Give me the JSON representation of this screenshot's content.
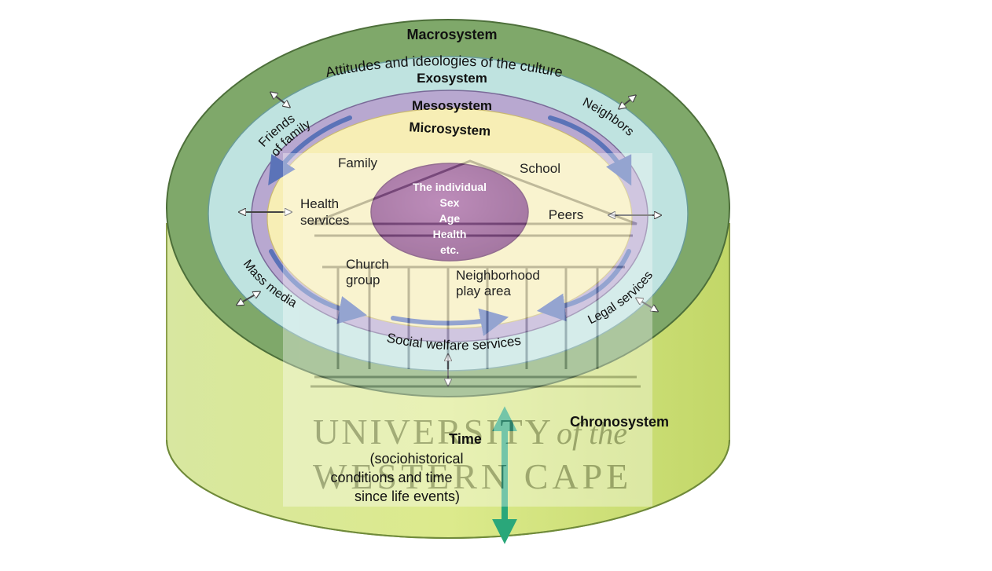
{
  "diagram": {
    "macrosystem": {
      "title": "Macrosystem",
      "subtitle": "Attitudes and ideologies of the culture"
    },
    "exosystem": {
      "title": "Exosystem",
      "items": [
        "Friends",
        "of family",
        "Neighbors",
        "Mass media",
        "Legal services",
        "Social welfare services"
      ]
    },
    "mesosystem": {
      "title": "Mesosystem"
    },
    "microsystem": {
      "title": "Microsystem",
      "family": "Family",
      "school": "School",
      "health_1": "Health",
      "health_2": "services",
      "peers": "Peers",
      "church_1": "Church",
      "church_2": "group",
      "neighborhood_1": "Neighborhood",
      "neighborhood_2": "play area"
    },
    "individual": {
      "lines": [
        "The individual",
        "Sex",
        "Age",
        "Health",
        "etc."
      ]
    },
    "chronosystem": {
      "title": "Chronosystem",
      "time": "Time",
      "time_lines": [
        "(sociohistorical",
        "conditions and time",
        "since life events)"
      ]
    },
    "watermark": {
      "line1a": "UNIVERSITY",
      "line1b": "of the",
      "line2": "WESTERN CAPE"
    },
    "colors": {
      "macro": "#7fa86a",
      "exo": "#bfe3e0",
      "meso": "#b8a8d0",
      "micro": "#f7eeb5",
      "individual": "#8a3d86",
      "cylinder": "#cfe07a",
      "time_arrow": "#2aa77a",
      "meso_arrows": "#5b73b8"
    }
  }
}
